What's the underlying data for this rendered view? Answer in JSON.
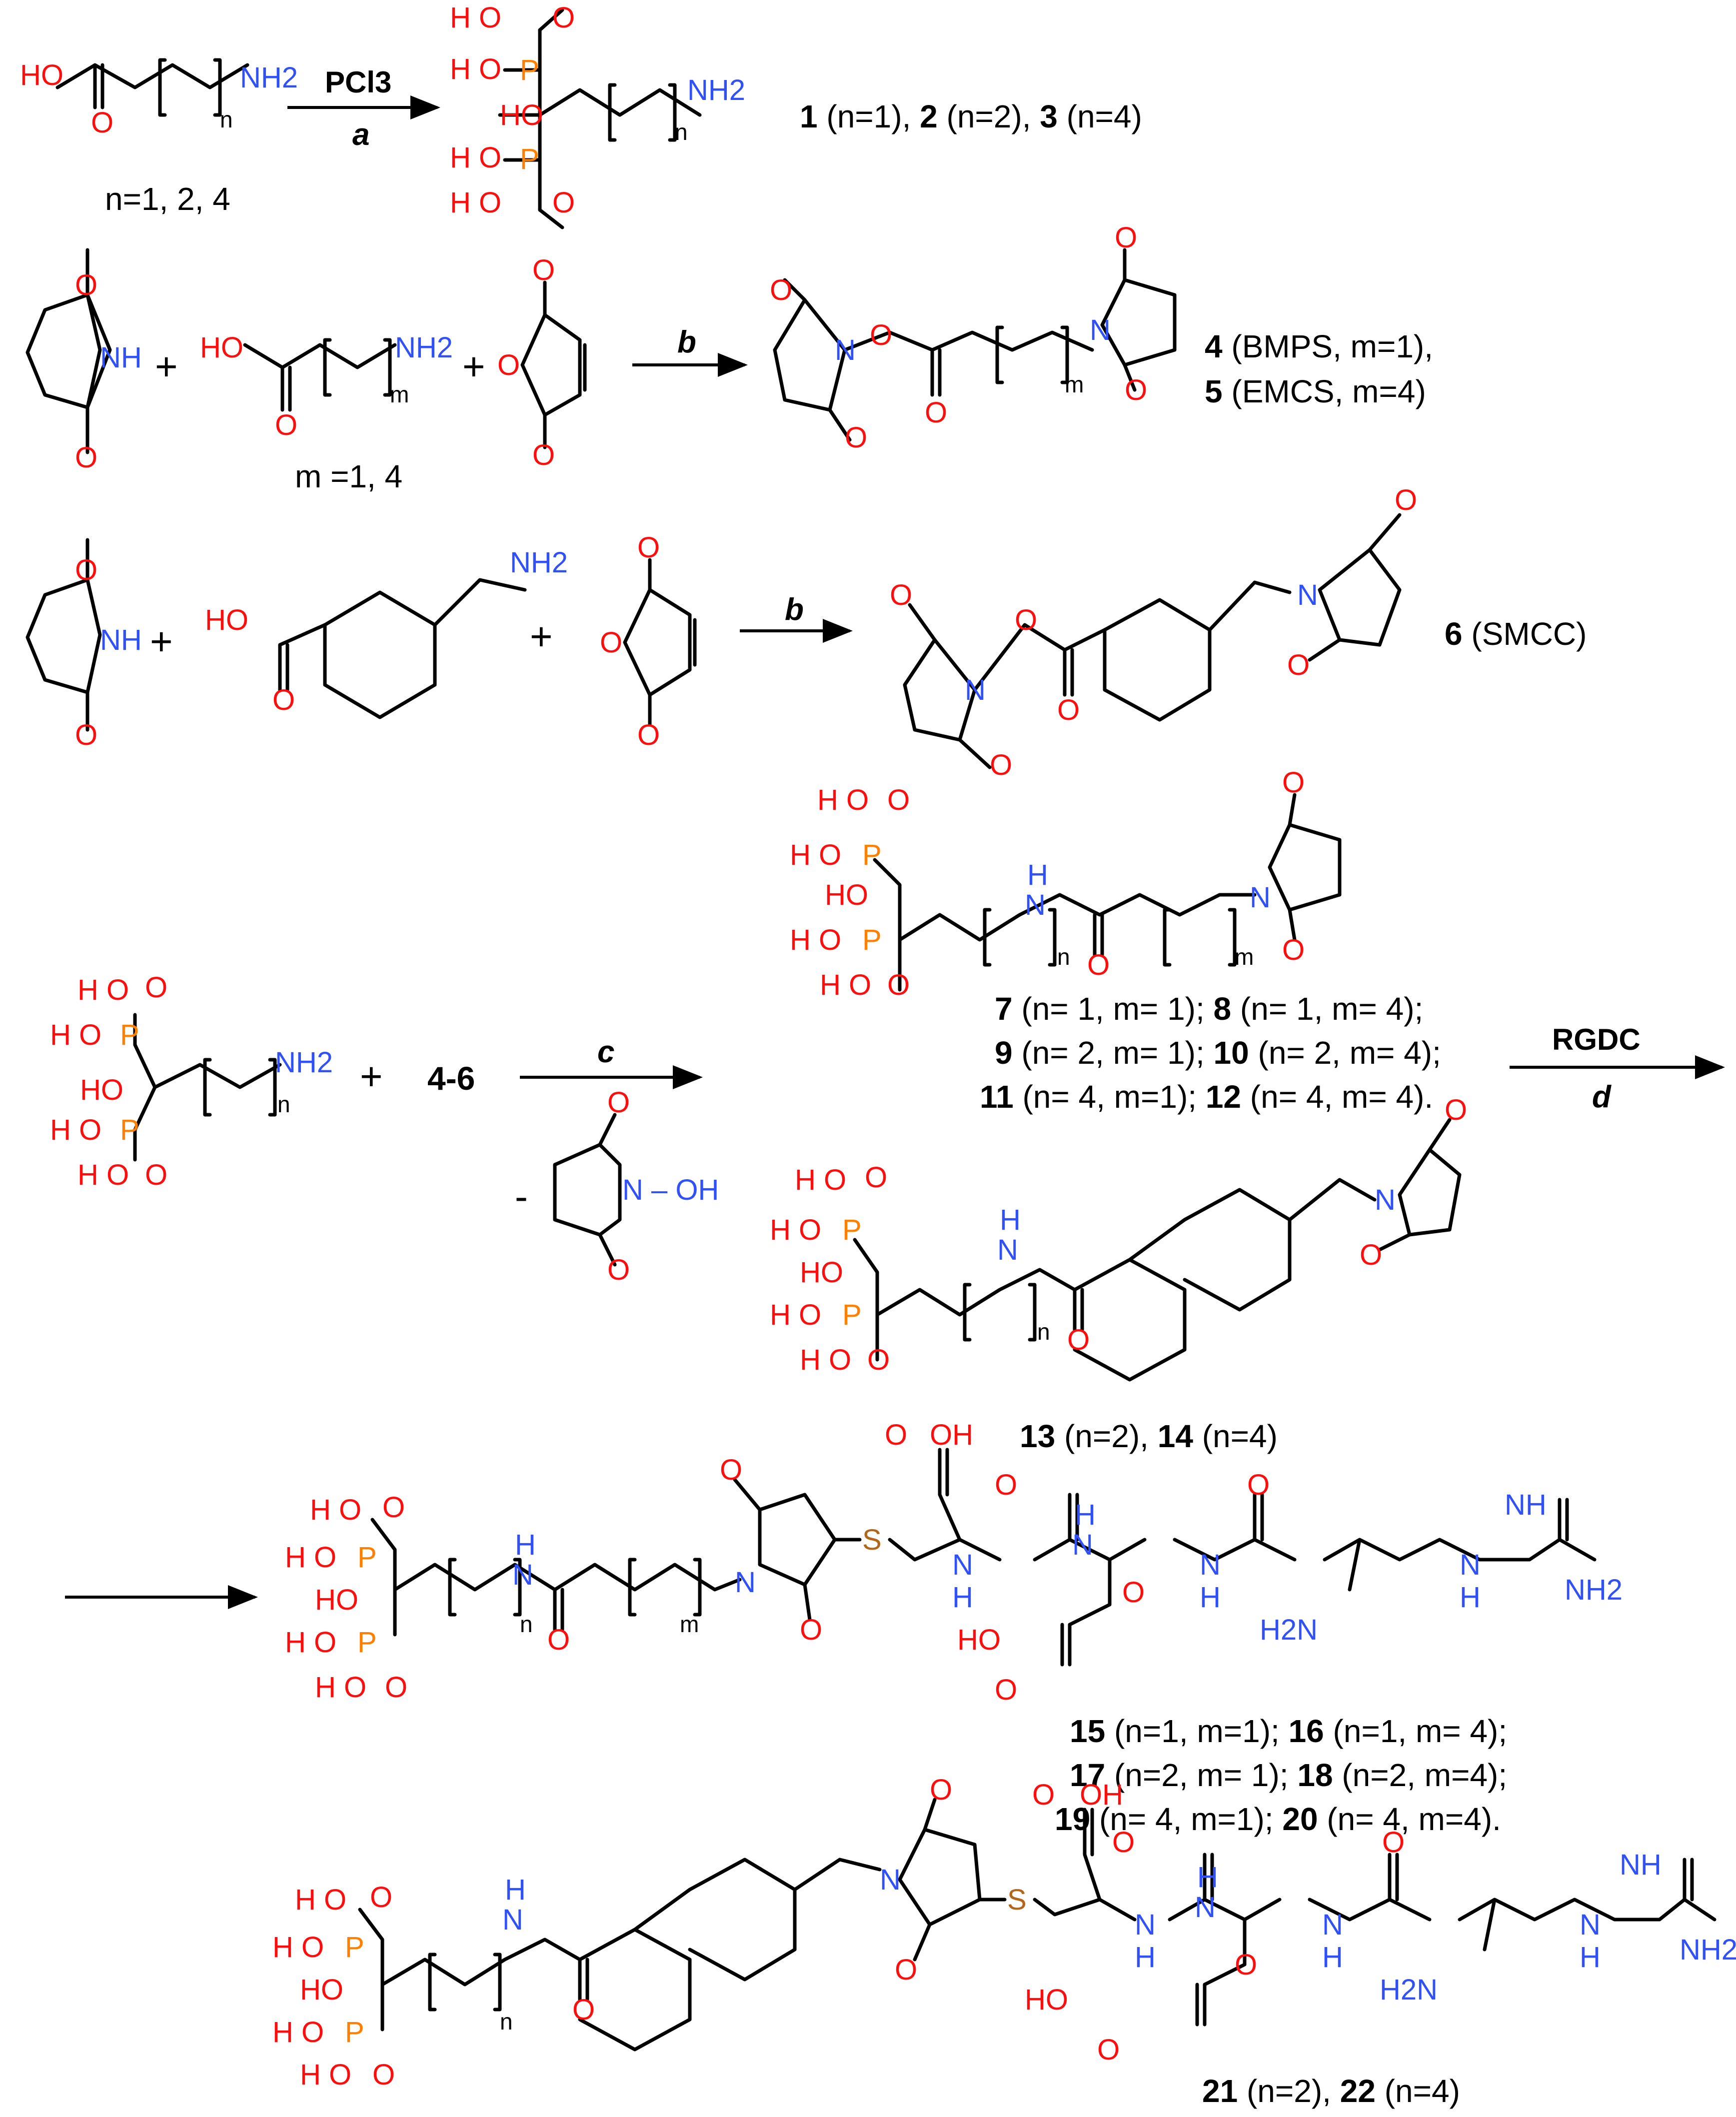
{
  "colors": {
    "oxygen": "#ff0d0d",
    "nitrogen": "#3050f8",
    "phosphorus": "#ff8000",
    "sulfur": "#b2661a",
    "carbon": "#000000"
  },
  "atoms": {
    "O": "O",
    "OH": "OH",
    "HO": "HO",
    "HO_spaced": "H O",
    "P": "P",
    "N": "N",
    "NH": "NH",
    "H": "H",
    "NH2": "NH2",
    "H2N": "H2N",
    "S": "S",
    "N_OH": "N – OH"
  },
  "indices": {
    "n": "n",
    "m": "m"
  },
  "reagents": {
    "pcl3": "PCl3",
    "rgdc": "RGDC",
    "range_4_6": "4-6",
    "minus": "-"
  },
  "conditions": {
    "a": "a",
    "b": "b",
    "c": "c",
    "d": "d"
  },
  "plus": "+",
  "row1": {
    "sm_note": "n=1, 2, 4",
    "products": [
      {
        "num": "1",
        "text": " (n=1), "
      },
      {
        "num": "2",
        "text": " (n=2), "
      },
      {
        "num": "3",
        "text": " (n=4)"
      }
    ]
  },
  "row2": {
    "sm_note": "m =1, 4",
    "products": [
      {
        "num": "4",
        "text": " (BMPS, m=1),"
      },
      {
        "num": "5",
        "text": " (EMCS, m=4)"
      }
    ]
  },
  "row3": {
    "products": [
      {
        "num": "6",
        "text": " (SMCC)"
      }
    ]
  },
  "row4": {
    "lines": [
      [
        {
          "num": "7",
          "text": " (n= 1, m= 1); "
        },
        {
          "num": "8",
          "text": " (n= 1, m= 4);"
        }
      ],
      [
        {
          "num": "9",
          "text": " (n= 2, m= 1); "
        },
        {
          "num": "10",
          "text": " (n= 2, m= 4);"
        }
      ],
      [
        {
          "num": "11",
          "text": " (n= 4, m=1); "
        },
        {
          "num": "12",
          "text": " (n= 4, m= 4)."
        }
      ]
    ],
    "smcc_line": [
      {
        "num": "13",
        "text": " (n=2), "
      },
      {
        "num": "14",
        "text": " (n=4)"
      }
    ]
  },
  "row5": {
    "lines": [
      [
        {
          "num": "15",
          "text": " (n=1, m=1); "
        },
        {
          "num": "16",
          "text": " (n=1, m= 4);"
        }
      ],
      [
        {
          "num": "17",
          "text": " (n=2, m= 1); "
        },
        {
          "num": "18",
          "text": " (n=2, m=4);"
        }
      ],
      [
        {
          "num": "19",
          "text": " (n= 4, m=1); "
        },
        {
          "num": "20",
          "text": " (n= 4, m=4)."
        }
      ]
    ]
  },
  "row6": {
    "line": [
      {
        "num": "21",
        "text": " (n=2), "
      },
      {
        "num": "22",
        "text": " (n=4)"
      }
    ]
  }
}
